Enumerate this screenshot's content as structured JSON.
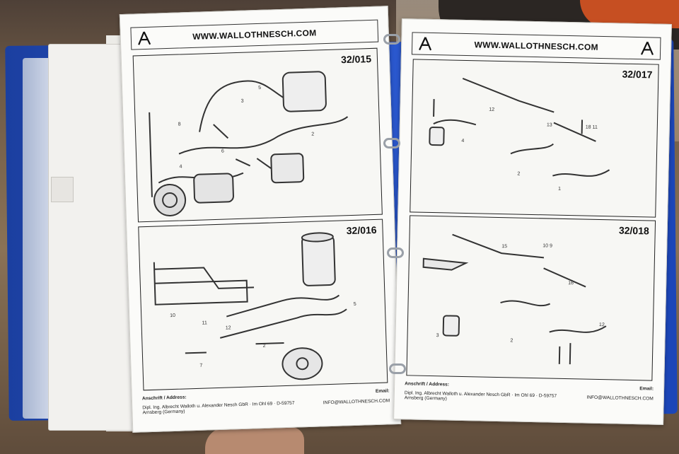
{
  "left_page": {
    "url": "WWW.WALLOTHNESCH.COM",
    "diagrams": [
      {
        "code": "32/015"
      },
      {
        "code": "32/016"
      }
    ],
    "footer": {
      "address_label": "Anschrift / Address:",
      "address": "Dipl. Ing. Albrecht Walloth u. Alexander Nesch GbR · Im Ohl 69 · D-59757 Arnsberg (Germany)",
      "email_label": "Email:",
      "email": "INFO@WALLOTHNESCH.COM"
    }
  },
  "right_page": {
    "url": "WWW.WALLOTHNESCH.COM",
    "diagrams": [
      {
        "code": "32/017"
      },
      {
        "code": "32/018"
      }
    ],
    "footer": {
      "address_label": "Anschrift / Address:",
      "address": "Dipl. Ing. Albrecht Walloth u. Alexander Nesch GbR · Im Ohl 69 · D-59757 Arnsberg (Germany)",
      "email_label": "Email:",
      "email": "INFO@WALLOTHNESCH.COM"
    }
  },
  "colors": {
    "binder": "#2d5bd2",
    "paper": "#fbfbf9",
    "ink": "#222222"
  }
}
